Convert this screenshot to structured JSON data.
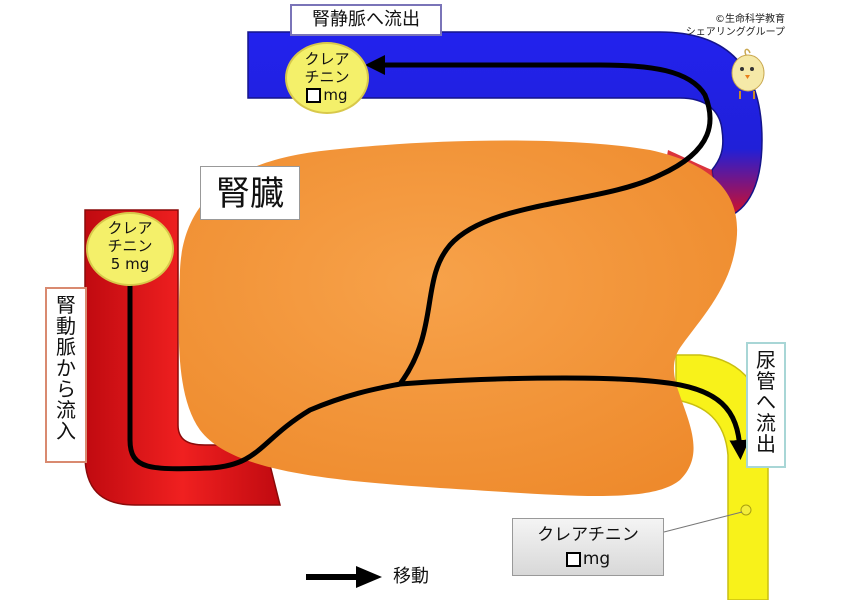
{
  "title_vein": "腎静脈へ流出",
  "kidney_label": "腎臓",
  "artery_label": [
    "腎",
    "動",
    "脈",
    "か",
    "ら",
    "流",
    "入"
  ],
  "ureter_label": [
    "尿",
    "管",
    "へ",
    "流",
    "出"
  ],
  "copyright": [
    "©生命科学教育",
    "シェアリンググループ"
  ],
  "bubble_vein": {
    "line1": "クレア",
    "line2": "チニン",
    "unit": "mg"
  },
  "bubble_artery": {
    "line1": "クレア",
    "line2": "チニン",
    "line3": "5 mg"
  },
  "box_ureter": {
    "line1": "クレアチニン",
    "unit": "mg"
  },
  "legend": {
    "label": "移動"
  },
  "colors": {
    "artery": "#e8151a",
    "vein": "#1d1de8",
    "kidney": "#f5963a",
    "ureter": "#f8f21a",
    "bubble": "#f4f06a"
  },
  "icons": [
    "chick-mascot-icon",
    "arrow-right-icon"
  ]
}
